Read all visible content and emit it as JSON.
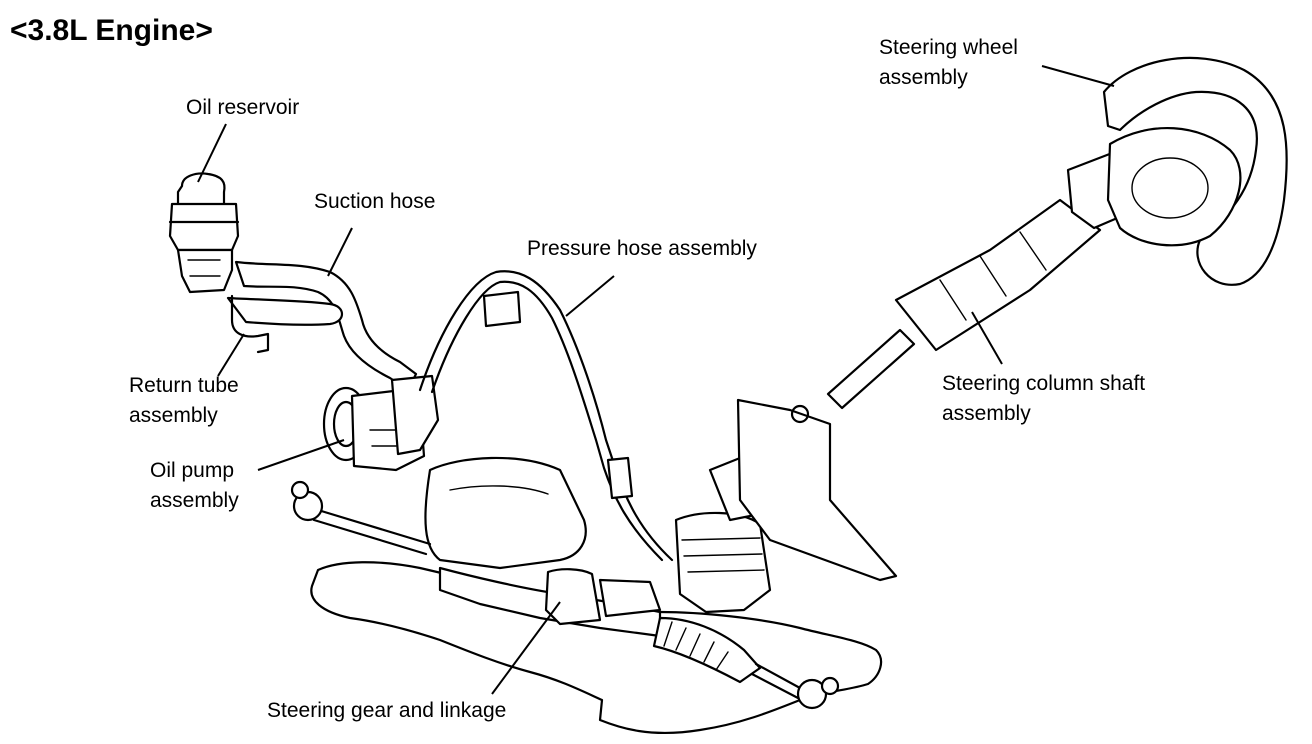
{
  "title": "<3.8L Engine>",
  "labels": {
    "oil_reservoir": "Oil reservoir",
    "suction_hose": "Suction hose",
    "pressure_hose": "Pressure hose assembly",
    "return_tube_1": "Return tube",
    "return_tube_2": "assembly",
    "oil_pump_1": "Oil pump",
    "oil_pump_2": "assembly",
    "steering_wheel_1": "Steering wheel",
    "steering_wheel_2": "assembly",
    "steering_column_1": "Steering column shaft",
    "steering_column_2": "assembly",
    "steering_gear": "Steering gear and linkage"
  }
}
